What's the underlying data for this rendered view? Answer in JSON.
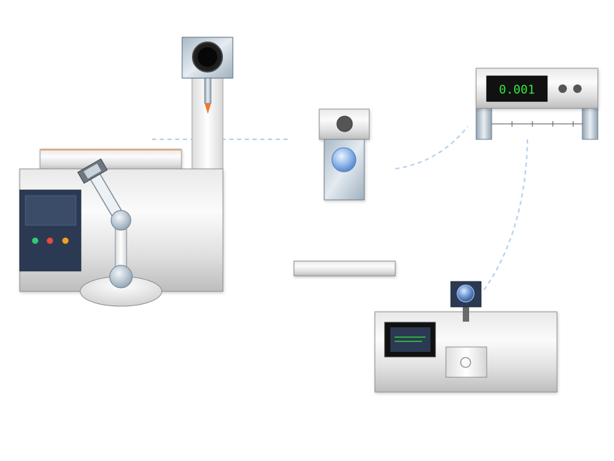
{
  "meter": {
    "display_value": "0.001"
  },
  "status_lights": [
    {
      "name": "green-status-light",
      "color": "#2ecc71"
    },
    {
      "name": "red-status-light",
      "color": "#e74c3c"
    },
    {
      "name": "amber-status-light",
      "color": "#f0a21e"
    }
  ],
  "colors": {
    "display_text": "#33e83a",
    "connector_line": "#b9d3ef",
    "nozzle_tip": "#f07a2c",
    "panel_dark": "#2b3a52"
  },
  "icons": {
    "lens": "glass-lens-icon",
    "camera": "camera-lens-icon",
    "knob": "knob-icon"
  }
}
